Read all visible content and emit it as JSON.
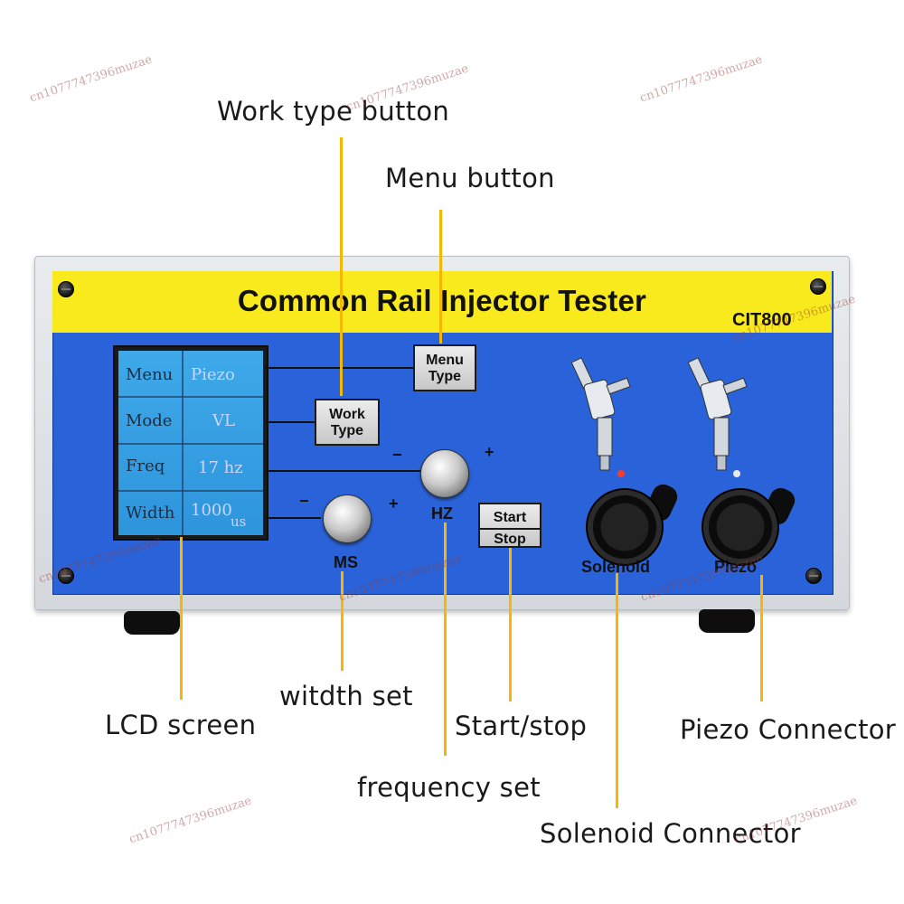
{
  "device": {
    "title": "Common Rail Injector Tester",
    "model": "CIT800"
  },
  "lcd": {
    "rows": [
      {
        "label": "Menu",
        "value": "Piezo"
      },
      {
        "label": "Mode",
        "value": "VL"
      },
      {
        "label": "Freq",
        "value": "17 hz"
      },
      {
        "label": "Width",
        "value": "1000",
        "unit": "us"
      }
    ]
  },
  "panel": {
    "menu_type_line1": "Menu",
    "menu_type_line2": "Type",
    "work_type_line1": "Work",
    "work_type_line2": "Type",
    "start_label": "Start",
    "stop_label": "Stop",
    "ms_label": "MS",
    "hz_label": "HZ",
    "minus": "−",
    "plus": "+",
    "solenoid_label": "Solenoid",
    "piezo_label": "Piezo"
  },
  "callouts": {
    "work_type": "Work type button",
    "menu": "Menu button",
    "lcd": "LCD screen",
    "width": "witdth set",
    "frequency": "frequency set",
    "start_stop": "Start/stop",
    "solenoid": "Solenoid Connector",
    "piezo": "Piezo Connector"
  },
  "watermark": "cn1077747396muzae",
  "colors": {
    "panel_blue": "#2a63d9",
    "banner_yellow": "#f8ea1c",
    "leader_yellow": "#f5b700",
    "lcd_blue": "#3ea9e9"
  }
}
